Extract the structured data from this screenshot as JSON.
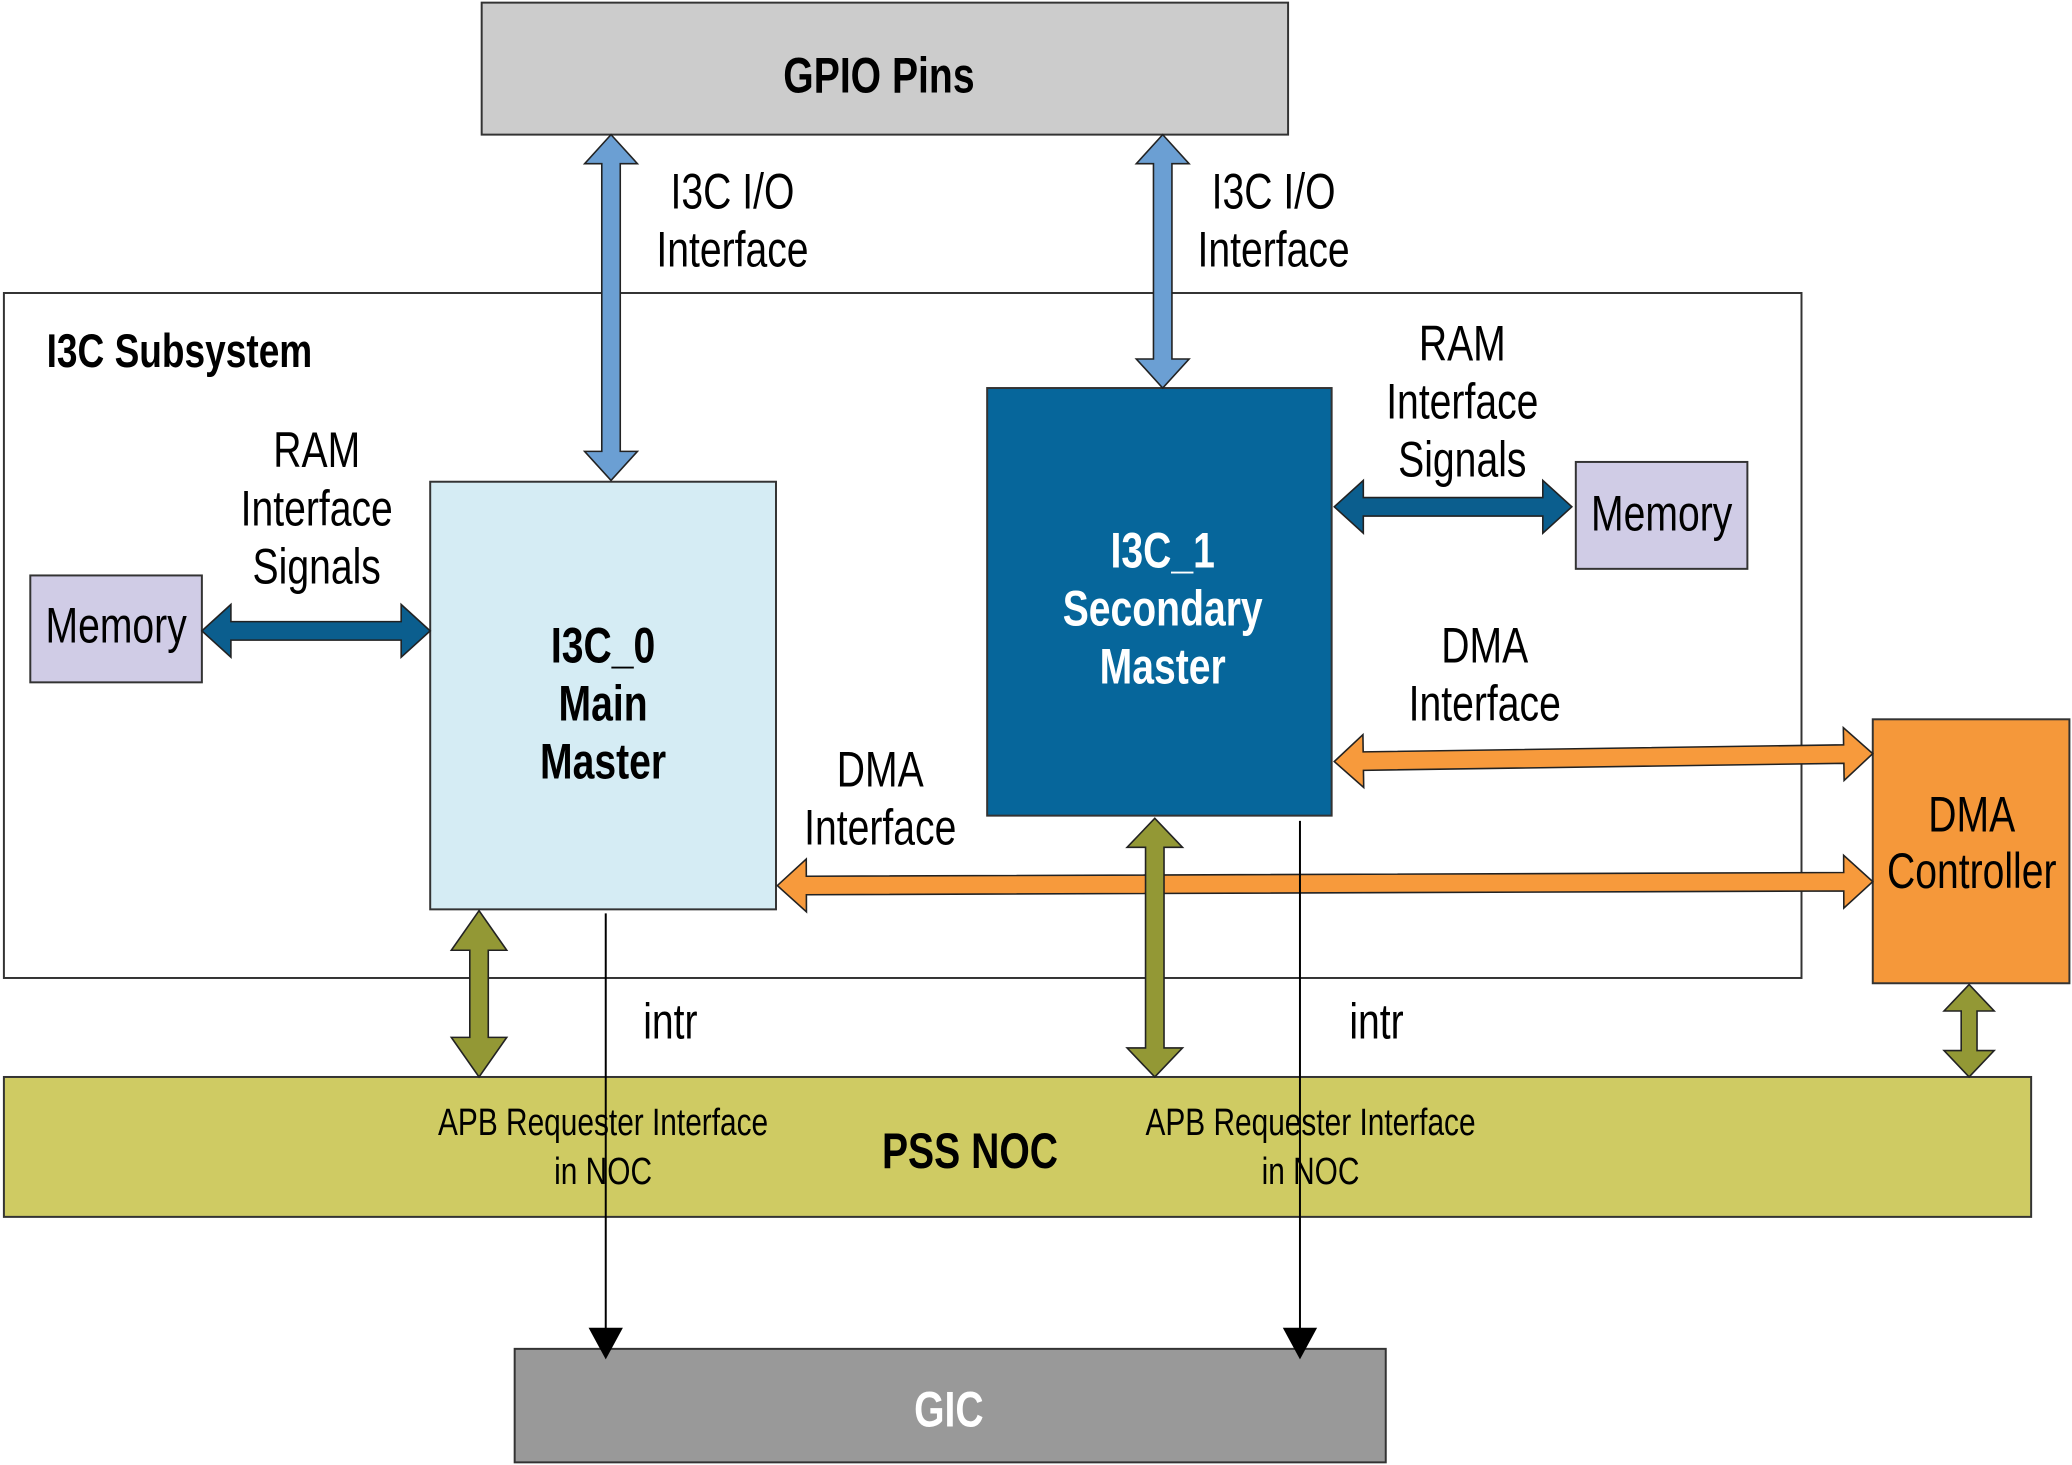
{
  "gpio": {
    "label": "GPIO Pins",
    "color": "#cccccc"
  },
  "io_labels": [
    {
      "line1": "I3C I/O",
      "line2": "Interface"
    },
    {
      "line1": "I3C I/O",
      "line2": "Interface"
    }
  ],
  "subsystem": {
    "label": "I3C Subsystem"
  },
  "ram_labels": [
    {
      "line1": "RAM",
      "line2": "Interface",
      "line3": "Signals"
    },
    {
      "line1": "RAM",
      "line2": "Interface",
      "line3": "Signals"
    }
  ],
  "memory": [
    {
      "label": "Memory"
    },
    {
      "label": "Memory"
    }
  ],
  "i3c0": {
    "line1": "I3C_0",
    "line2": "Main",
    "line3": "Master",
    "color": "#d5ecf4"
  },
  "i3c1": {
    "line1": "I3C_1",
    "line2": "Secondary",
    "line3": "Master",
    "color": "#06669b"
  },
  "dma_labels": [
    {
      "line1": "DMA",
      "line2": "Interface"
    },
    {
      "line1": "DMA",
      "line2": "Interface"
    }
  ],
  "dma_controller": {
    "line1": "DMA",
    "line2": "Controller",
    "color": "#f5983a"
  },
  "intr_labels": [
    "intr",
    "intr"
  ],
  "noc": {
    "label": "PSS NOC",
    "color": "#cfcb63",
    "apb": [
      {
        "line1": "APB Requester Interface",
        "line2": "in NOC"
      },
      {
        "line1": "APB Requester Interface",
        "line2": "in NOC"
      }
    ]
  },
  "gic": {
    "label": "GIC",
    "color": "#999999"
  },
  "arrow_colors": {
    "io": "#6b9fd3",
    "ram": "#0b5e8e",
    "dma": "#f79a3c",
    "apb": "#939835"
  }
}
